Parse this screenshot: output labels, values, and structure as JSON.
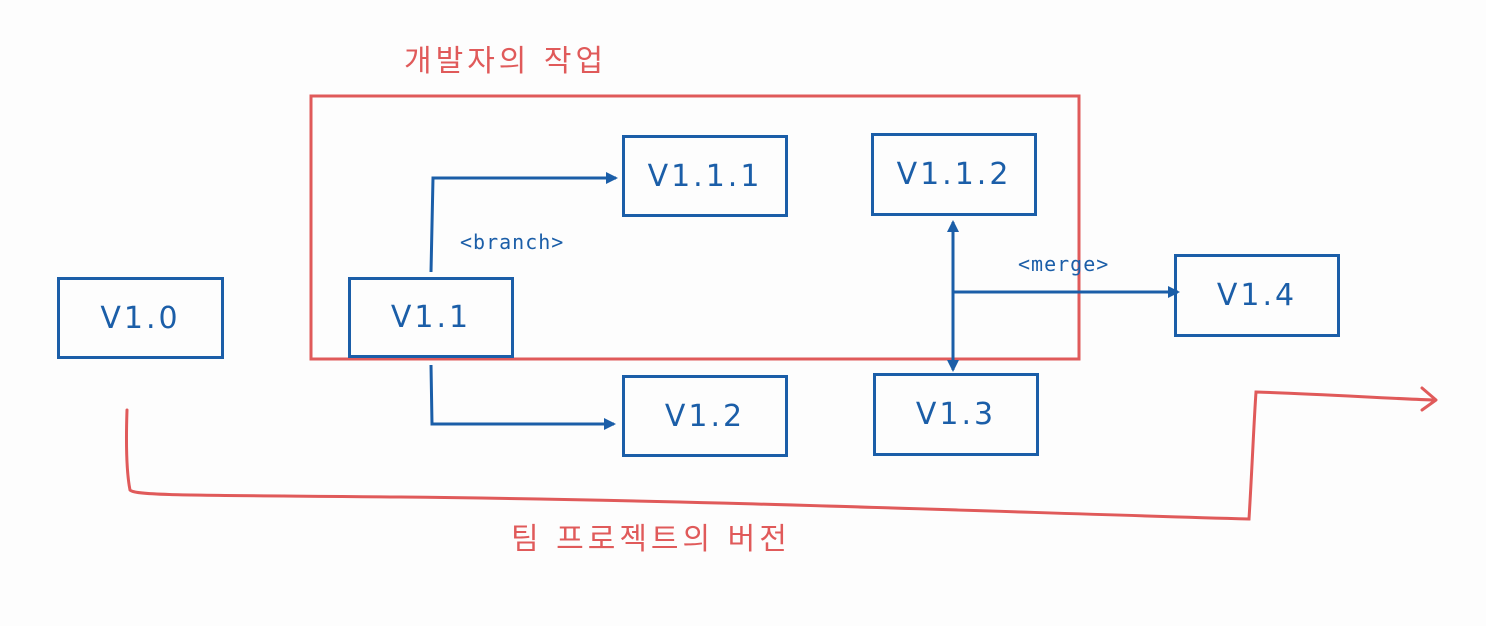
{
  "colors": {
    "blue": "#1b5ea8",
    "red": "#e05a5a",
    "background": "#fdfdfd"
  },
  "captions": {
    "developer_work": "개발자의 작업",
    "team_version": "팀 프로젝트의 버전"
  },
  "versions": {
    "v10": "V1.0",
    "v11": "V1.1",
    "v111": "V1.1.1",
    "v112": "V1.1.2",
    "v12": "V1.2",
    "v13": "V1.3",
    "v14": "V1.4"
  },
  "edge_labels": {
    "branch": "<branch>",
    "merge": "<merge>"
  }
}
